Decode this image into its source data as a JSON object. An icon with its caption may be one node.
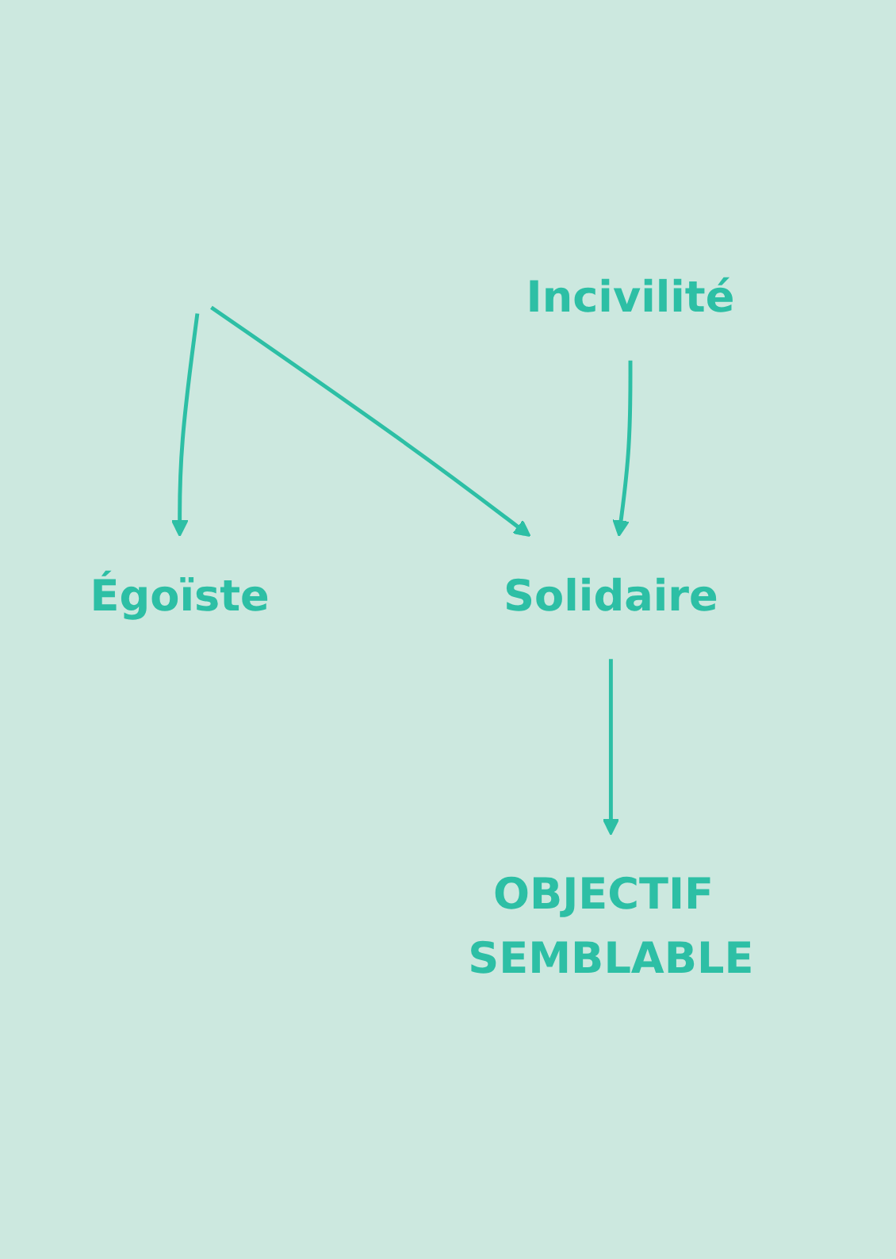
{
  "diagram": {
    "nodes": [
      {
        "text": [
          "Incivilité"
        ]
      },
      {
        "text": [
          "Égoïste"
        ]
      },
      {
        "text": [
          "Solidaire"
        ]
      },
      {
        "text": [
          "OBJECTIF SEMBLABLE"
        ]
      }
    ],
    "edges": [
      {
        "from": null,
        "to": 1,
        "arrow": "to"
      },
      {
        "from": null,
        "to": 2,
        "arrow": "to"
      },
      {
        "from": 0,
        "to": 2,
        "arrow": "to"
      },
      {
        "from": 2,
        "to": 3,
        "arrow": "to"
      }
    ]
  }
}
